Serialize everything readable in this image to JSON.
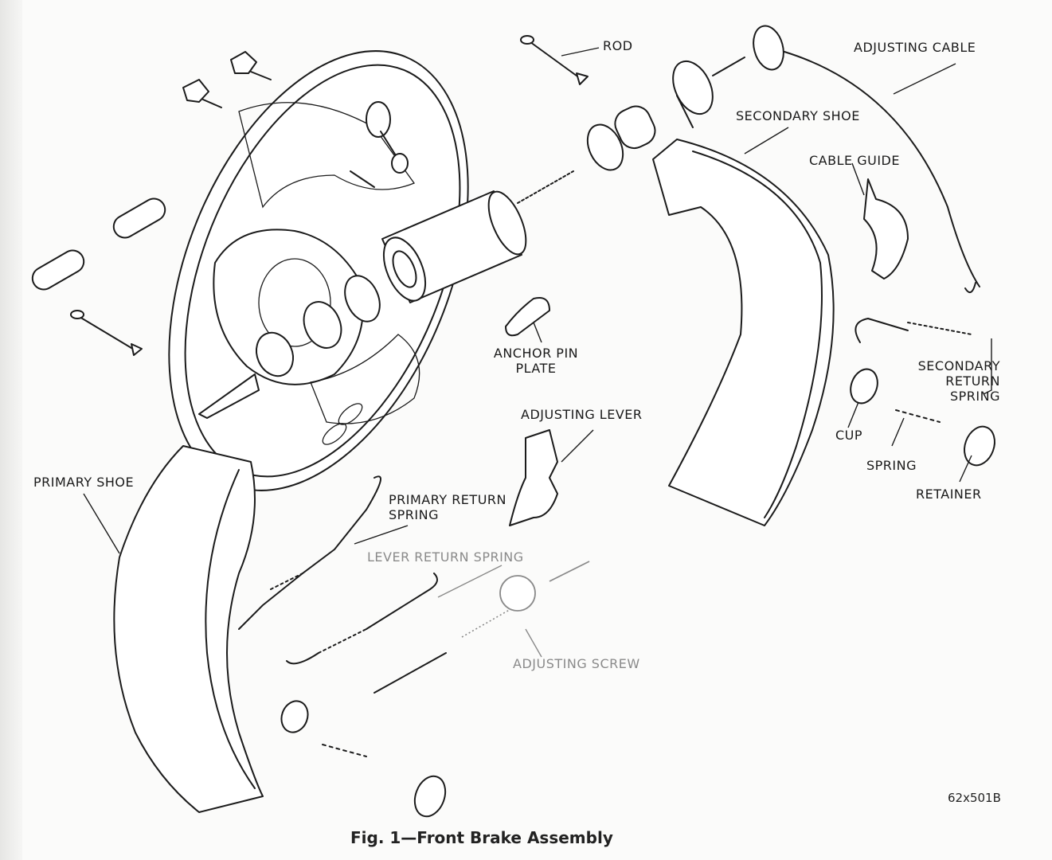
{
  "figure": {
    "caption": "Fig. 1—Front Brake Assembly",
    "code": "62x501B"
  },
  "labels": {
    "rod": "ROD",
    "adjusting_cable": "ADJUSTING CABLE",
    "secondary_shoe": "SECONDARY SHOE",
    "cable_guide": "CABLE GUIDE",
    "anchor_pin_plate_1": "ANCHOR PIN",
    "anchor_pin_plate_2": "PLATE",
    "adjusting_lever": "ADJUSTING LEVER",
    "secondary_return_spring_1": "SECONDARY",
    "secondary_return_spring_2": "RETURN",
    "secondary_return_spring_3": "SPRING",
    "cup": "CUP",
    "spring": "SPRING",
    "retainer": "RETAINER",
    "primary_shoe": "PRIMARY SHOE",
    "primary_return_spring_1": "PRIMARY RETURN",
    "primary_return_spring_2": "SPRING",
    "lever_return_spring": "LEVER RETURN SPRING",
    "adjusting_screw": "ADJUSTING SCREW"
  }
}
